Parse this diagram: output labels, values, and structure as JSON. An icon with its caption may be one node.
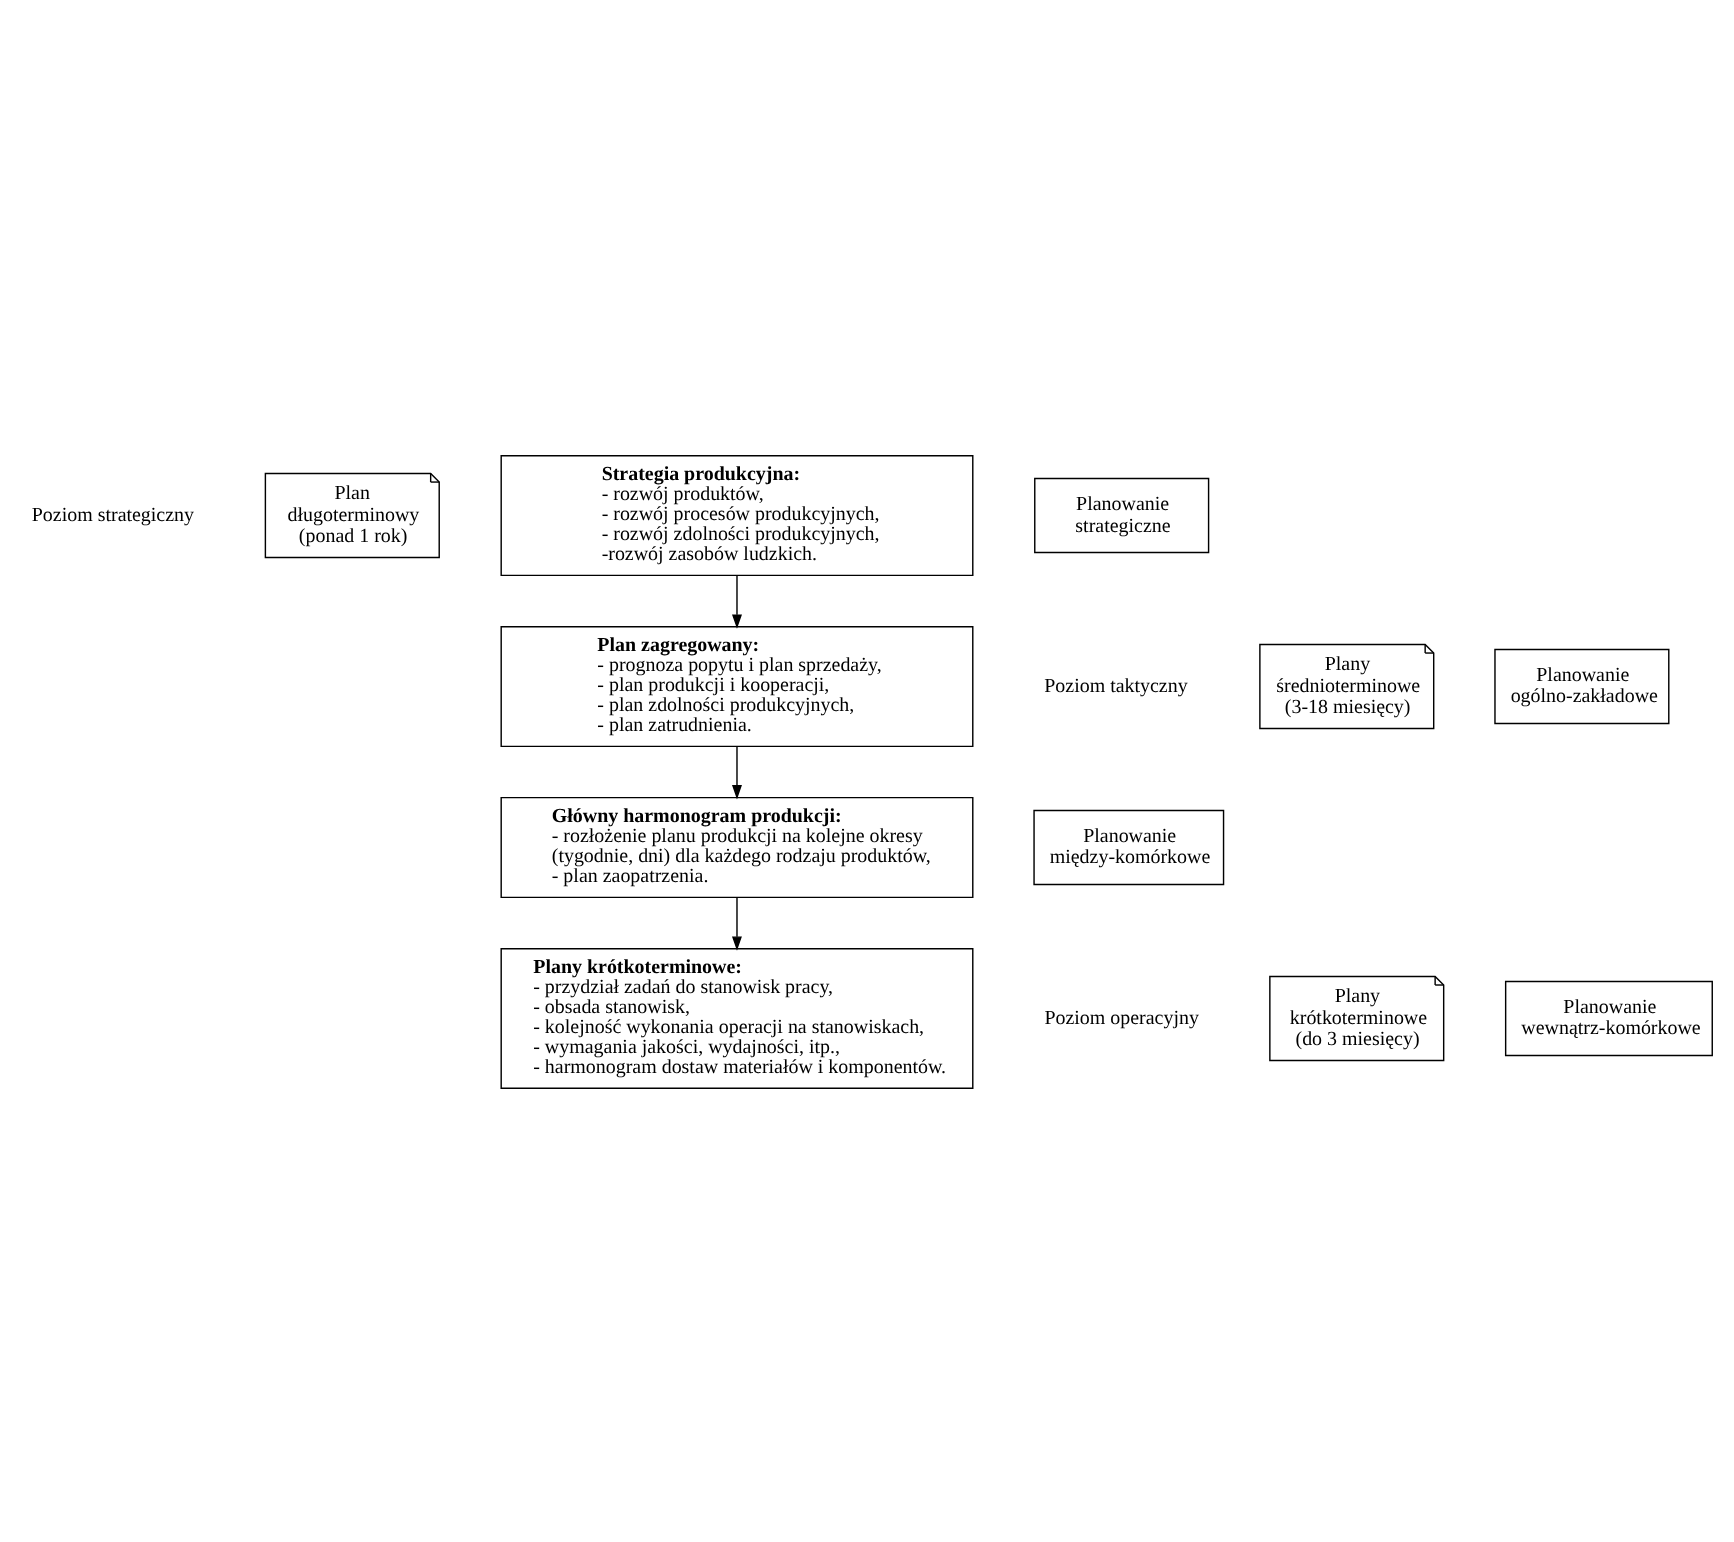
{
  "diagram": {
    "nodes": [
      {
        "text": [
          "Strategia produkcyjna:",
          "- rozwój produktów,",
          "- rozwój procesów produkcyjnych,",
          "- rozwój zdolności produkcyjnych,",
          "-rozwój zasobów ludzkich."
        ]
      },
      {
        "text": [
          "Plan zagregowany:",
          "- prognoza popytu i plan sprzedaży,",
          "- plan produkcji i kooperacji,",
          "- plan zdolności produkcyjnych,",
          "- plan zatrudnienia."
        ]
      },
      {
        "text": [
          "Główny harmonogram produkcji:",
          "- rozłożenie planu produkcji na kolejne okresy (tygodnie, dni) dla każdego rodzaju produktów,",
          "- plan zaopatrzenia."
        ]
      },
      {
        "text": [
          "Plany krótkoterminowe:",
          "- przydział zadań do stanowisk pracy,",
          "- obsada stanowisk,",
          "- kolejność wykonania operacji na stanowiskach,",
          "- wymagania jakości, wydajności, itp.,",
          "- harmonogram dostaw materiałów i komponentów."
        ]
      },
      {
        "text": [
          "Plan długoterminowy (ponad 1 rok)"
        ]
      },
      {
        "text": [
          "Plany średnioterminowe (3-18 miesięcy)"
        ]
      },
      {
        "text": [
          "Plany krótkoterminowe (do 3 miesięcy)"
        ]
      },
      {
        "text": [
          "Planowanie strategiczne"
        ]
      },
      {
        "text": [
          "Planowanie ogólno-zakładowe"
        ]
      },
      {
        "text": [
          "Planowanie między-komórkowe"
        ]
      },
      {
        "text": [
          "Planowanie wewnątrz-komórkowe"
        ]
      }
    ],
    "edges": [
      {
        "from": 0,
        "to": 1,
        "arrow": "to"
      },
      {
        "from": 1,
        "to": 2,
        "arrow": "to"
      },
      {
        "from": 2,
        "to": 3,
        "arrow": "to"
      }
    ],
    "labels": [
      "Poziom strategiczny",
      "Poziom taktyczny",
      "Poziom operacyjny"
    ]
  }
}
